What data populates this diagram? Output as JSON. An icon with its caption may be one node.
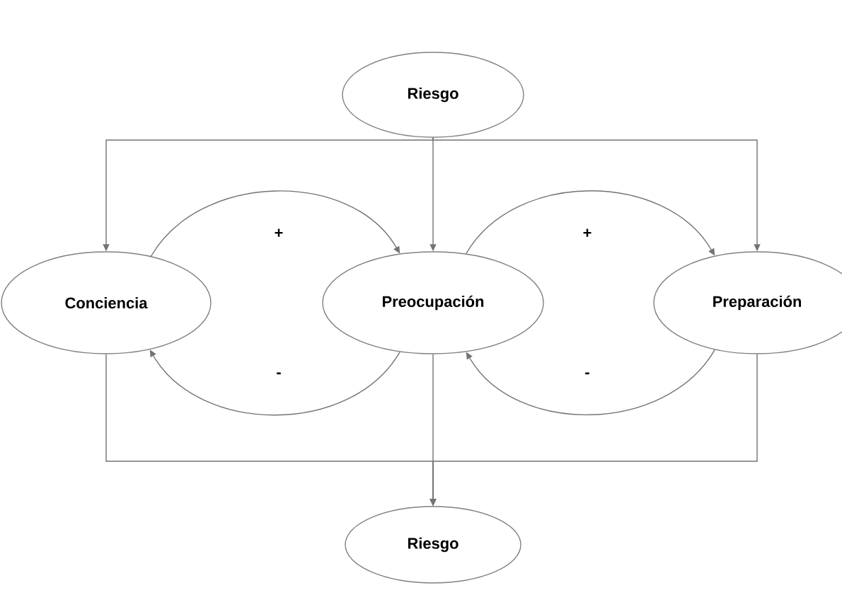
{
  "diagram": {
    "nodes": [
      {
        "text": [
          "Riesgo"
        ]
      },
      {
        "text": [
          "Conciencia"
        ]
      },
      {
        "text": [
          "Preocupación"
        ]
      },
      {
        "text": [
          "Preparación"
        ]
      },
      {
        "text": [
          "Riesgo"
        ]
      }
    ],
    "edges": [
      {
        "from": 0,
        "to": 1,
        "arrow": "to"
      },
      {
        "from": 0,
        "to": 2,
        "arrow": "to"
      },
      {
        "from": 0,
        "to": 3,
        "arrow": "to"
      },
      {
        "from": 1,
        "to": 2,
        "arrow": "to",
        "label": "+"
      },
      {
        "from": 2,
        "to": 1,
        "arrow": "to",
        "label": "-"
      },
      {
        "from": 2,
        "to": 3,
        "arrow": "to",
        "label": "+"
      },
      {
        "from": 3,
        "to": 2,
        "arrow": "to",
        "label": "-"
      },
      {
        "from": 1,
        "to": 4,
        "arrow": "to"
      },
      {
        "from": 2,
        "to": 4,
        "arrow": "to"
      },
      {
        "from": 3,
        "to": 4,
        "arrow": "to"
      }
    ]
  }
}
